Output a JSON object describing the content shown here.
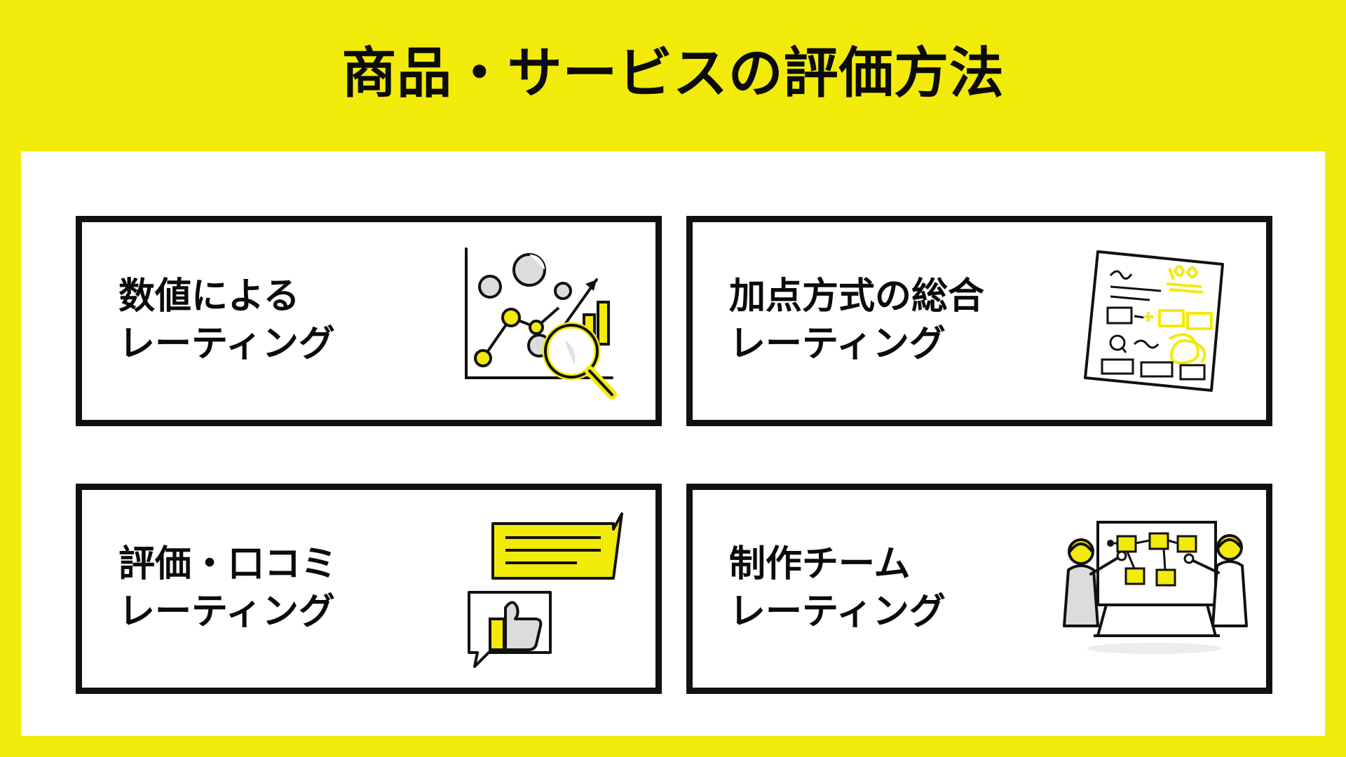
{
  "header": {
    "title": "商品・サービスの評価方法",
    "background_color": "#F2EB0A",
    "text_color": "#0B0B0B"
  },
  "panel": {
    "background_color": "#FFFFFF"
  },
  "theme": {
    "accent_yellow": "#F2EB0A",
    "ink_black": "#111111",
    "grey_fill": "#DCDCDC"
  },
  "cards": [
    {
      "id": "numeric-rating",
      "line1": "数値による",
      "line2": "レーティング",
      "illustration": "scatter-chart-magnifier-icon"
    },
    {
      "id": "additive-total-rating",
      "line1": "加点方式の総合",
      "line2": "レーティング",
      "illustration": "scored-worksheet-icon"
    },
    {
      "id": "review-word-of-mouth-rating",
      "line1": "評価・口コミ",
      "line2": "レーティング",
      "illustration": "speech-bubble-thumbs-up-icon"
    },
    {
      "id": "production-team-rating",
      "line1": "制作チーム",
      "line2": "レーティング",
      "illustration": "team-whiteboard-icon"
    }
  ]
}
